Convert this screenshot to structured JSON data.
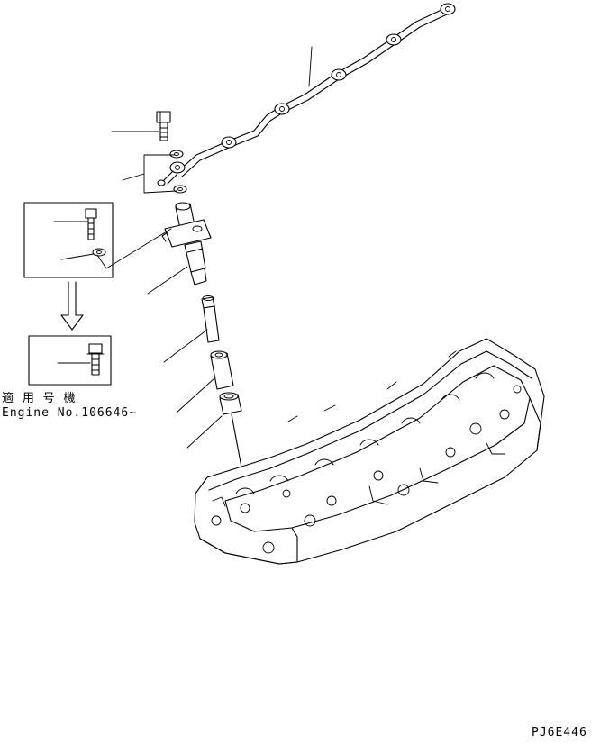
{
  "labels": {
    "applicable_jp": "適 用 号 機",
    "engine_serial": "Engine No.106646~",
    "drawing_code": "PJ6E446"
  }
}
